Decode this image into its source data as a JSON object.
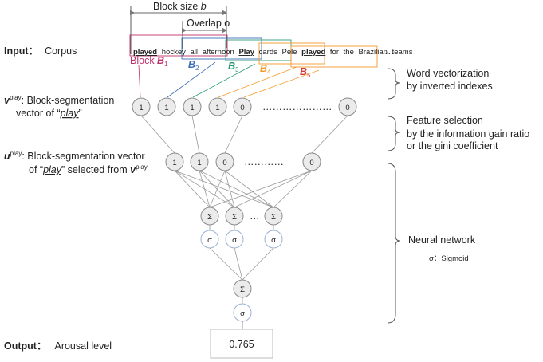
{
  "header": {
    "block_size_label": "Block size ",
    "block_size_var": "b",
    "overlap_label": "Overlap o"
  },
  "input": {
    "label": "Input",
    "colon": "：",
    "value": "Corpus"
  },
  "corpus": {
    "words": [
      "played",
      "hockey",
      "all",
      "afternoon",
      "Play",
      "cards",
      "Pele",
      "played",
      "for",
      "the",
      "Brazilian",
      "teams"
    ],
    "ellipsis": "…",
    "block_prefix": "Block ",
    "blocks": [
      {
        "name": "B",
        "sub": "1",
        "color": "#c0306a"
      },
      {
        "name": "B",
        "sub": "2",
        "color": "#3b6eb5"
      },
      {
        "name": "B",
        "sub": "3",
        "color": "#2e9a7a"
      },
      {
        "name": "B",
        "sub": "4",
        "color": "#f39a2a"
      },
      {
        "name": "B",
        "sub": "5",
        "color": "#d43a3a"
      }
    ]
  },
  "vplay": {
    "sym": "v",
    "sup": "play",
    "line1": ": Block-segmentation",
    "line2_pre": "vector of “",
    "line2_word": "play",
    "line2_post": "”",
    "values": [
      "1",
      "1",
      "1",
      "1",
      "0"
    ],
    "value_colors": [
      "#c0306a",
      "#3b6eb5",
      "#2e9a7a",
      "#f39a2a",
      "#f39a2a"
    ],
    "dots": "…………………",
    "last": "0"
  },
  "uplay": {
    "sym": "u",
    "sup": "play",
    "line1": ": Block-segmentation vector",
    "line2_pre": "of “",
    "line2_word": "play",
    "line2_mid": "” selected from ",
    "line2_sym": "v",
    "line2_sup": "play",
    "values": [
      "1",
      "1",
      "0"
    ],
    "value_colors": [
      "#c0306a",
      "#2e9a7a",
      "#f39a2a"
    ],
    "dots": "…………",
    "last": "0"
  },
  "network": {
    "sigma_sum": "Σ",
    "sigma_act": "σ",
    "dots": "…",
    "output_value": "0.765"
  },
  "annotations": {
    "word_vec_1": "Word vectorization",
    "word_vec_2": "by inverted indexes",
    "feat_1": "Feature selection",
    "feat_2": "by the information gain ratio",
    "feat_3": " or the gini coefficient",
    "nn": "Neural network",
    "sigmoid": "σ：Sigmoid"
  },
  "output": {
    "label": "Output",
    "colon": "：",
    "value": "Arousal level"
  }
}
